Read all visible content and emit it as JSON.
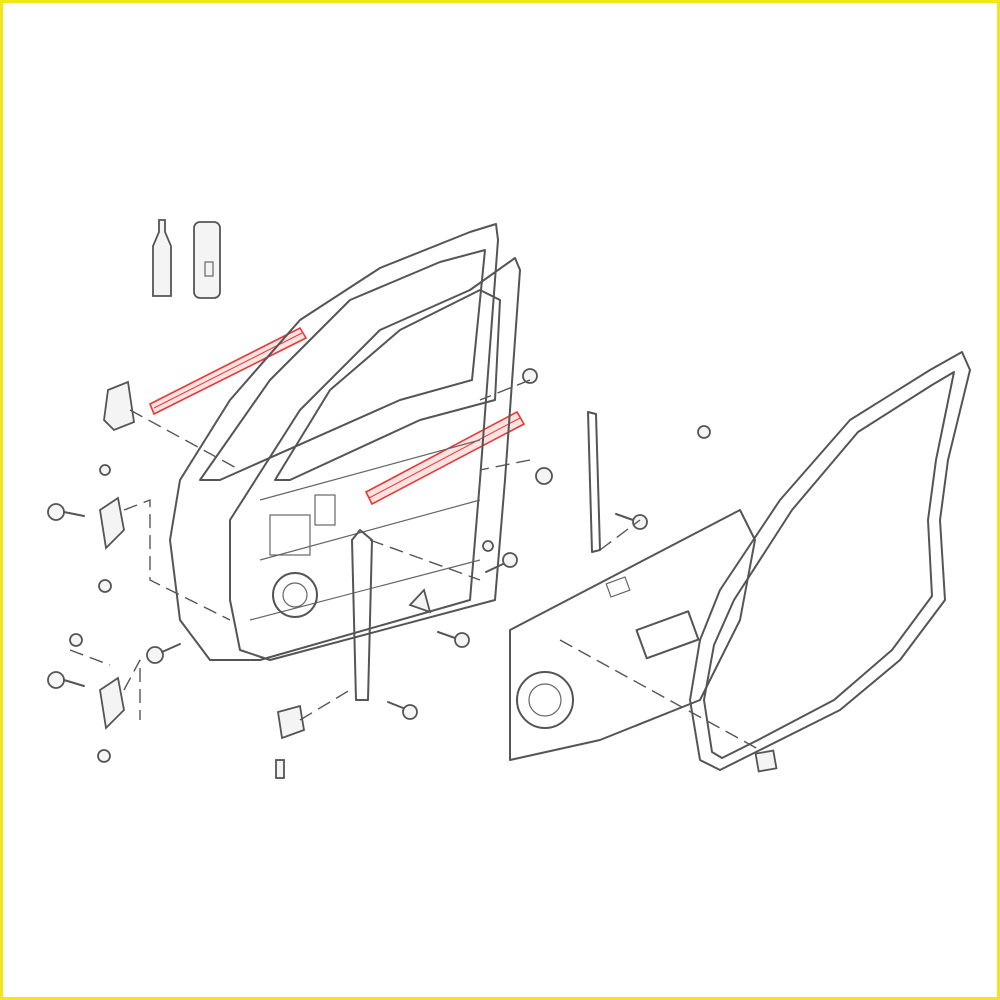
{
  "colors": {
    "border": "#f3e51c",
    "line": "#555555",
    "highlight": "#e53935",
    "background": "#ffffff"
  },
  "parts": [
    "sealant-tube",
    "spray-can",
    "outer-weatherstrip",
    "inner-weatherstrip",
    "door-shell",
    "window-channel",
    "door-trim-panel",
    "door-seal",
    "hinge-upper",
    "hinge-lower",
    "door-check",
    "bolts",
    "clips"
  ]
}
